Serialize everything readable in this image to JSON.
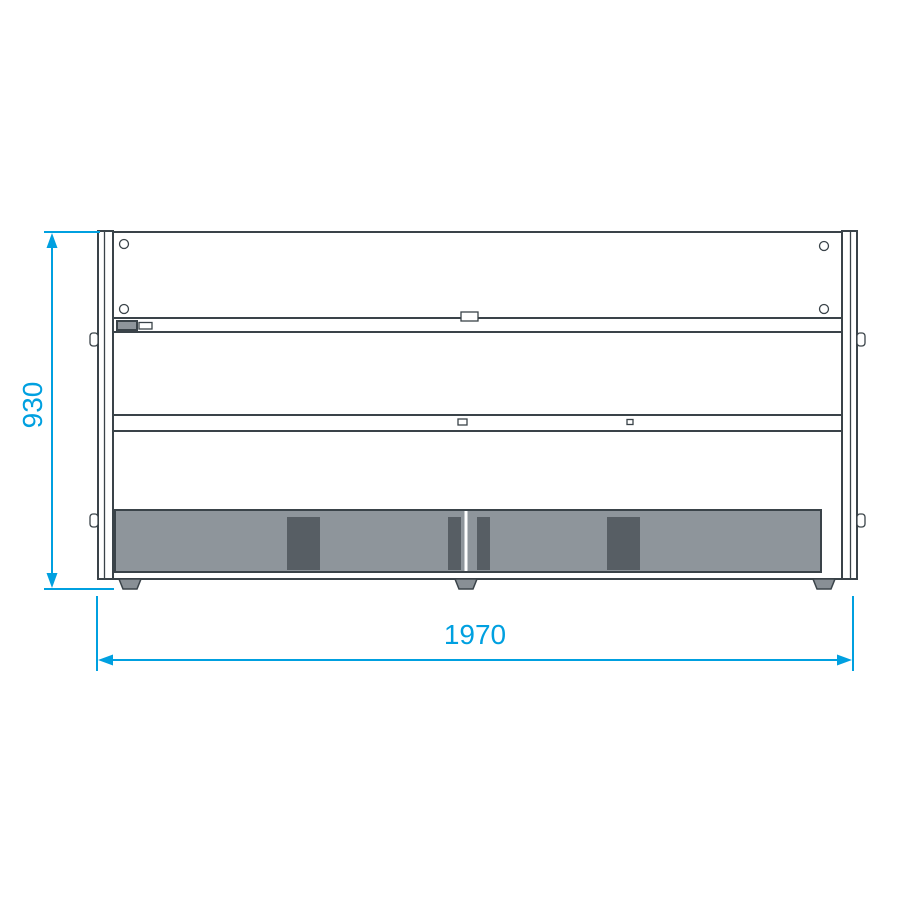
{
  "page": {
    "type": "technical-drawing",
    "description": "Front elevation line drawing of a cabinet with overall dimensions",
    "background": "#ffffff"
  },
  "drawing": {
    "dimensions": {
      "height": {
        "value": "930",
        "orientation": "vertical"
      },
      "width": {
        "value": "1970",
        "orientation": "horizontal"
      }
    },
    "colors": {
      "line": "#3a4349",
      "dimension": "#00a0e0",
      "base_fill": "#8e959b",
      "slot_fill": "#575e64",
      "foot_fill": "#888f95",
      "latch_fill": "#8e959b"
    }
  }
}
